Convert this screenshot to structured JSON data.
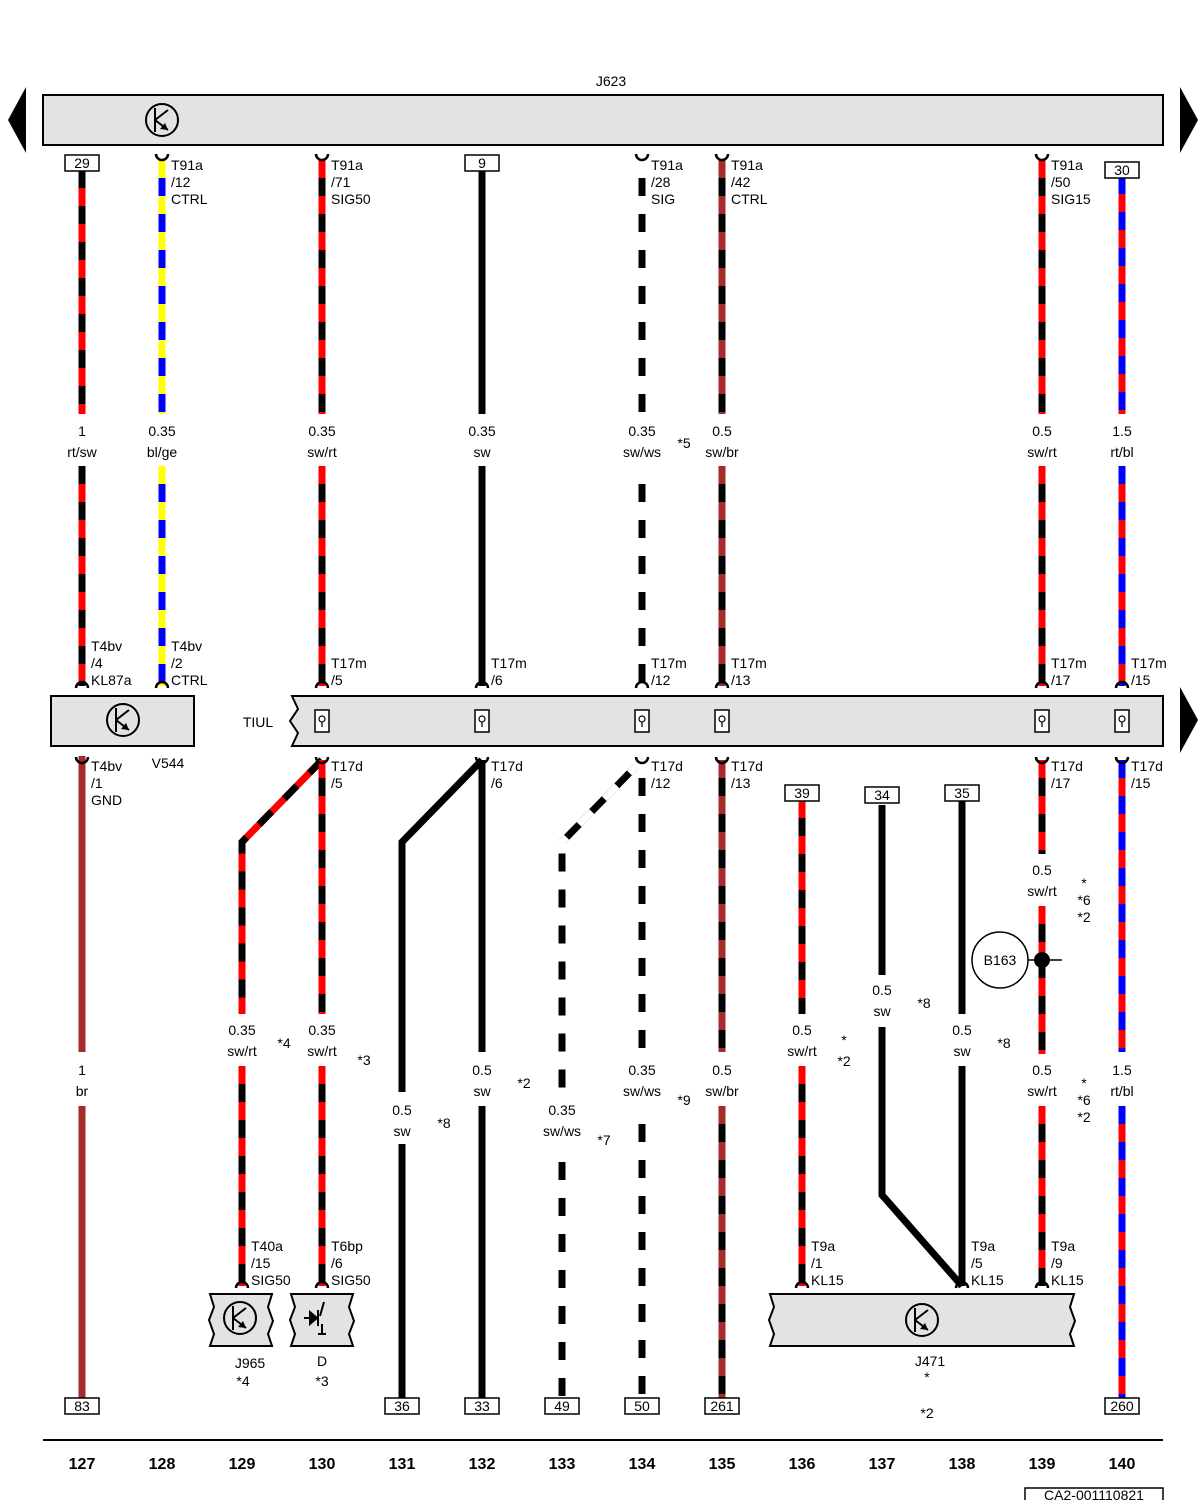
{
  "colors": {
    "rt": "#ff0000",
    "sw": "#000000",
    "bl": "#0000ff",
    "ge": "#ffff00",
    "ws": "#ffffff",
    "br": "#a52a2a",
    "panel": "#e3e3e3"
  },
  "components": {
    "j623": "J623",
    "tiul": "TIUL",
    "v544": "V544",
    "j965": "J965",
    "j965_note": "*4",
    "d": "D",
    "d_note": "*3",
    "j471": "J471",
    "j471_note_a": "*",
    "j471_note_b": "*2",
    "b163": "B163"
  },
  "terminals": [
    {
      "id": "t29",
      "text": "29"
    },
    {
      "id": "t9",
      "text": "9"
    },
    {
      "id": "t30",
      "text": "30"
    },
    {
      "id": "t39",
      "text": "39"
    },
    {
      "id": "t34",
      "text": "34"
    },
    {
      "id": "t35",
      "text": "35"
    },
    {
      "id": "t83",
      "text": "83"
    },
    {
      "id": "t36",
      "text": "36"
    },
    {
      "id": "t33",
      "text": "33"
    },
    {
      "id": "t49",
      "text": "49"
    },
    {
      "id": "t50",
      "text": "50"
    },
    {
      "id": "t261",
      "text": "261"
    },
    {
      "id": "t260",
      "text": "260"
    }
  ],
  "pin_labels": {
    "c128_top": [
      "T91a",
      "/12",
      "CTRL"
    ],
    "c130_top": [
      "T91a",
      "/71",
      "SIG50"
    ],
    "c134_top": [
      "T91a",
      "/28",
      "SIG"
    ],
    "c135_top": [
      "T91a",
      "/42",
      "CTRL"
    ],
    "c139_top": [
      "T91a",
      "/50",
      "SIG15"
    ],
    "c127_mid": [
      "T4bv",
      "/4",
      "KL87a"
    ],
    "c128_mid": [
      "T4bv",
      "/2",
      "CTRL"
    ],
    "c130_mid": [
      "T17m",
      "/5"
    ],
    "c132_mid": [
      "T17m",
      "/6"
    ],
    "c134_mid": [
      "T17m",
      "/12"
    ],
    "c135_mid": [
      "T17m",
      "/13"
    ],
    "c139_mid": [
      "T17m",
      "/17"
    ],
    "c140_mid": [
      "T17m",
      "/15"
    ],
    "c127_low": [
      "T4bv",
      "/1",
      "GND"
    ],
    "c130_low": [
      "T17d",
      "/5"
    ],
    "c132_low": [
      "T17d",
      "/6"
    ],
    "c134_low": [
      "T17d",
      "/12"
    ],
    "c135_low": [
      "T17d",
      "/13"
    ],
    "c139_low": [
      "T17d",
      "/17"
    ],
    "c140_low": [
      "T17d",
      "/15"
    ],
    "c129_bot": [
      "T40a",
      "/15",
      "SIG50"
    ],
    "c130_bot": [
      "T6bp",
      "/6",
      "SIG50"
    ],
    "c136_bot": [
      "T9a",
      "/1",
      "KL15"
    ],
    "c138_bot": [
      "T9a",
      "/5",
      "KL15"
    ],
    "c139_bot": [
      "T9a",
      "/9",
      "KL15"
    ]
  },
  "wire_labels": {
    "c127_top": [
      "1",
      "rt/sw"
    ],
    "c128_top": [
      "0.35",
      "bl/ge"
    ],
    "c130_top": [
      "0.35",
      "sw/rt"
    ],
    "c132_top": [
      "0.35",
      "sw"
    ],
    "c134_top": [
      "0.35",
      "sw/ws"
    ],
    "c135_top": [
      "0.5",
      "sw/br"
    ],
    "c139_top": [
      "0.5",
      "sw/rt"
    ],
    "c140_top": [
      "1.5",
      "rt/bl"
    ],
    "c127_bot": [
      "1",
      "br"
    ],
    "c129_bot": [
      "0.35",
      "sw/rt"
    ],
    "c130_bot": [
      "0.35",
      "sw/rt"
    ],
    "c131_bot": [
      "0.5",
      "sw"
    ],
    "c132_bot": [
      "0.5",
      "sw"
    ],
    "c133_bot": [
      "0.35",
      "sw/ws"
    ],
    "c134_bot": [
      "0.35",
      "sw/ws"
    ],
    "c135_bot": [
      "0.5",
      "sw/br"
    ],
    "c136_bot": [
      "0.5",
      "sw/rt"
    ],
    "c137_bot": [
      "0.5",
      "sw"
    ],
    "c138_bot": [
      "0.5",
      "sw"
    ],
    "c139_upper": [
      "0.5",
      "sw/rt"
    ],
    "c139_lower": [
      "0.5",
      "sw/rt"
    ],
    "c140_bot": [
      "1.5",
      "rt/bl"
    ]
  },
  "footnotes": {
    "c134_top": "*5",
    "c129": "*4",
    "c130": "*3",
    "c131": "*8",
    "c132": "*2",
    "c133": "*7",
    "c134": "*9",
    "c136_a": "*",
    "c136_b": "*2",
    "c137": "*8",
    "c138": "*8",
    "c139_upper_a": "*",
    "c139_upper_b": "*6",
    "c139_upper_c": "*2",
    "c139_lower_a": "*",
    "c139_lower_b": "*6",
    "c139_lower_c": "*2"
  },
  "column_numbers": [
    "127",
    "128",
    "129",
    "130",
    "131",
    "132",
    "133",
    "134",
    "135",
    "136",
    "137",
    "138",
    "139",
    "140"
  ],
  "document_id": "CA2-001110821"
}
